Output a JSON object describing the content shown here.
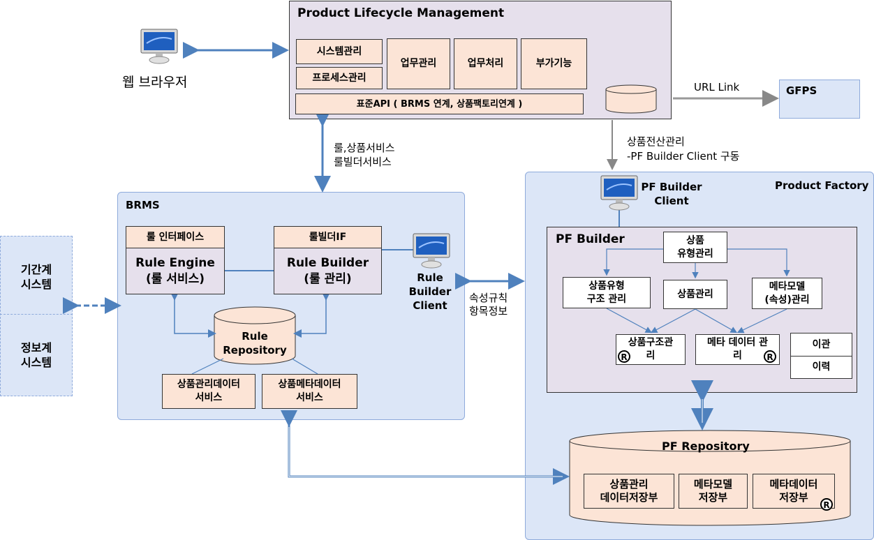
{
  "plm": {
    "title": "Product Lifecycle Management",
    "system_mgmt": "시스템관리",
    "process_mgmt": "프로세스관리",
    "business_mgmt": "업무관리",
    "business_proc": "업무처리",
    "extra_func": "부가기능",
    "std_api": "표준API ( BRMS 연계, 상품팩토리연계 )"
  },
  "web_browser": "웹 브라우저",
  "url_link": "URL Link",
  "gfps": "GFPS",
  "plm_brms_label_1": "룰,상품서비스",
  "plm_brms_label_2": "룰빌더서비스",
  "plm_pf_label_1": "상품전산관리",
  "plm_pf_label_2": "-PF Builder Client 구동",
  "brms": {
    "title": "BRMS",
    "rule_interface": "룰 인터페이스",
    "rule_engine": "Rule Engine\n(룰 서비스)",
    "rule_builder_if": "룰빌더IF",
    "rule_builder": "Rule Builder\n(룰 관리)",
    "rule_repository": "Rule\nRepository",
    "product_data_service": "상품관리데이터\n서비스",
    "product_meta_service": "상품메타데이터\n서비스",
    "rule_builder_client": "Rule\nBuilder\nClient"
  },
  "external": {
    "system_a": "기간계\n시스템",
    "system_b": "정보계\n시스템"
  },
  "brms_pf_label": "속성규칙\n항목정보",
  "pf": {
    "title": "Product Factory",
    "builder_client": "PF Builder\nClient",
    "builder_title": "PF Builder",
    "type_mgmt": "상품\n유형관리",
    "type_struct_mgmt": "상품유형\n구조 관리",
    "product_mgmt": "상품관리",
    "meta_model_mgmt": "메타모델\n(속성)관리",
    "struct_mgmt": "상품구조관\n리",
    "meta_data_mgmt": "메타 데이터 관\n리",
    "transfer": "이관",
    "history": "이력",
    "repository_title": "PF Repository",
    "repo_product_data": "상품관리\n데이터저장부",
    "repo_meta_model": "메타모델\n저장부",
    "repo_meta_data": "메타데이터\n저장부"
  },
  "registered_mark": "R"
}
